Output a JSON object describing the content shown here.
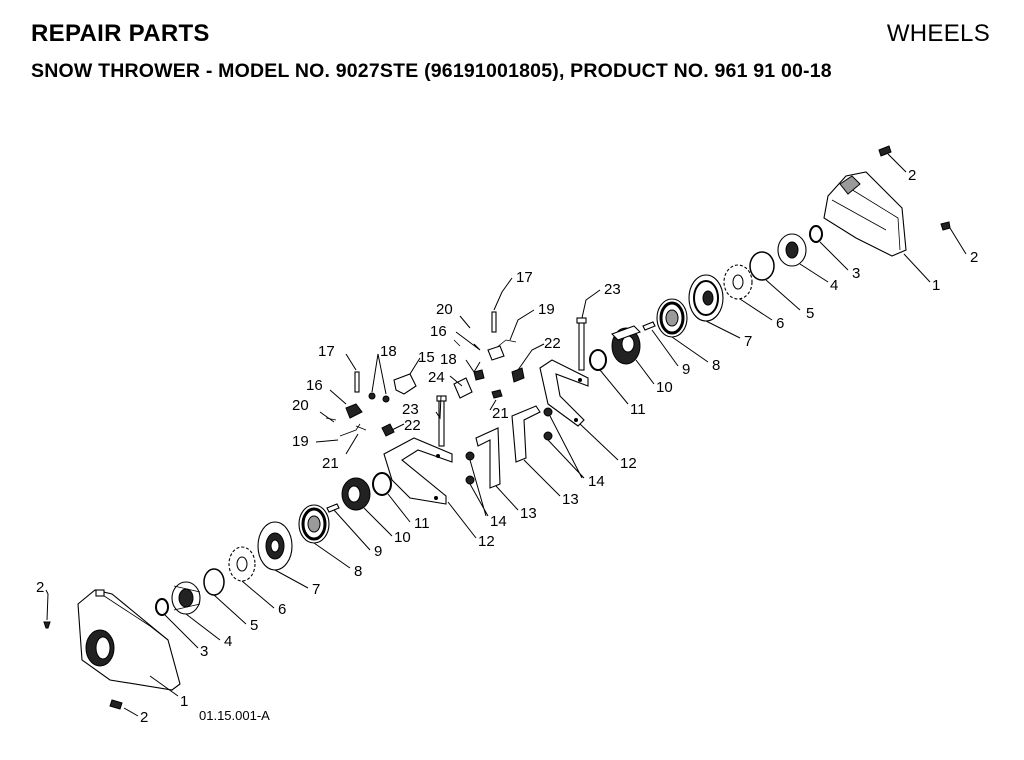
{
  "header": {
    "section": "REPAIR PARTS",
    "category": "WHEELS",
    "subtitle_prefix": "SNOW THROWER - MODEL NO.",
    "model_no": "9027STE",
    "subtitle_suffix": "(96191001805), PRODUCT NO. 961 91 00-18"
  },
  "diagram": {
    "drawing_code": "01.15.001-A",
    "callouts": [
      {
        "id": "c2a",
        "label": "2"
      },
      {
        "id": "c2b",
        "label": "2"
      },
      {
        "id": "c1a",
        "label": "1"
      },
      {
        "id": "c3a",
        "label": "3"
      },
      {
        "id": "c4a",
        "label": "4"
      },
      {
        "id": "c5a",
        "label": "5"
      },
      {
        "id": "c6a",
        "label": "6"
      },
      {
        "id": "c7a",
        "label": "7"
      },
      {
        "id": "c8a",
        "label": "8"
      },
      {
        "id": "c9a",
        "label": "9"
      },
      {
        "id": "c10a",
        "label": "10"
      },
      {
        "id": "c11a",
        "label": "11"
      },
      {
        "id": "c12a",
        "label": "12"
      },
      {
        "id": "c13a",
        "label": "13"
      },
      {
        "id": "c14a",
        "label": "14"
      },
      {
        "id": "c13b",
        "label": "13"
      },
      {
        "id": "c14b",
        "label": "14"
      },
      {
        "id": "c12b",
        "label": "12"
      },
      {
        "id": "c11b",
        "label": "11"
      },
      {
        "id": "c10b",
        "label": "10"
      },
      {
        "id": "c9b",
        "label": "9"
      },
      {
        "id": "c8b",
        "label": "8"
      },
      {
        "id": "c7b",
        "label": "7"
      },
      {
        "id": "c6b",
        "label": "6"
      },
      {
        "id": "c5b",
        "label": "5"
      },
      {
        "id": "c4b",
        "label": "4"
      },
      {
        "id": "c3b",
        "label": "3"
      },
      {
        "id": "c1b",
        "label": "1"
      },
      {
        "id": "c2c",
        "label": "2"
      },
      {
        "id": "c2d",
        "label": "2"
      },
      {
        "id": "c23a",
        "label": "23"
      },
      {
        "id": "c23b",
        "label": "23"
      },
      {
        "id": "c17a",
        "label": "17"
      },
      {
        "id": "c17b",
        "label": "17"
      },
      {
        "id": "c20a",
        "label": "20"
      },
      {
        "id": "c20b",
        "label": "20"
      },
      {
        "id": "c19a",
        "label": "19"
      },
      {
        "id": "c19b",
        "label": "19"
      },
      {
        "id": "c16a",
        "label": "16"
      },
      {
        "id": "c16b",
        "label": "16"
      },
      {
        "id": "c18a",
        "label": "18"
      },
      {
        "id": "c18b",
        "label": "18"
      },
      {
        "id": "c15a",
        "label": "15"
      },
      {
        "id": "c22a",
        "label": "22"
      },
      {
        "id": "c22b",
        "label": "22"
      },
      {
        "id": "c24a",
        "label": "24"
      },
      {
        "id": "c21a",
        "label": "21"
      },
      {
        "id": "c21b",
        "label": "21"
      }
    ]
  }
}
